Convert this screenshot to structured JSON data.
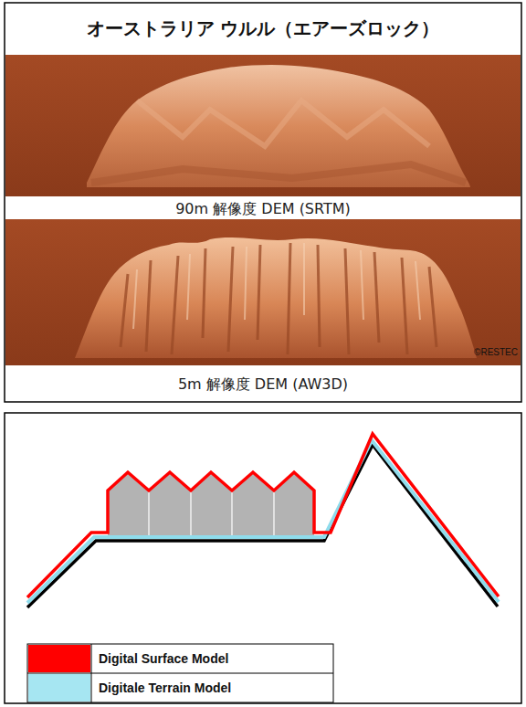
{
  "diagram": {
    "title": "オーストラリア ウルル（エアーズロック）",
    "labels": [
      "90m 解像度 DEM (SRTM)",
      "5m 解像度 DEM (AW3D)",
      "©RESTEC"
    ],
    "legend": [
      {
        "text": "Digital Surface Model",
        "color": "#ff0000"
      },
      {
        "text": "Digitale Terrain Model",
        "color": "#a6e6f2"
      }
    ]
  }
}
